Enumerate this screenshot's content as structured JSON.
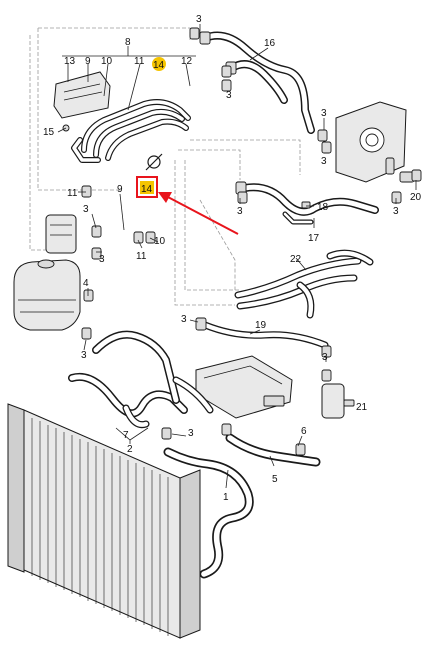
{
  "labels": {
    "l8": "8",
    "l13": "13",
    "l9": "9",
    "l10a": "10",
    "l11a": "11",
    "l14a": "14",
    "l12": "12",
    "l3a": "3",
    "l16": "16",
    "l3b": "3",
    "l15": "15",
    "l3c": "3",
    "l3d": "3",
    "l11b": "11",
    "l9b": "9",
    "l14b": "14",
    "l20": "20",
    "l3e": "3",
    "l3f": "3",
    "l18": "18",
    "l17": "17",
    "l3g": "3",
    "l11c": "11",
    "l10b": "10",
    "l3h": "3",
    "l22": "22",
    "l4": "4",
    "l3i": "3",
    "l19": "19",
    "l3j": "3",
    "l3k": "3",
    "l21": "21",
    "l7": "7",
    "l2": "2",
    "l6": "6",
    "l3l": "3",
    "l5": "5",
    "l1": "1"
  },
  "highlight": {
    "badge_color": "#f5c400",
    "box_color": "#e8141c",
    "arrow_color": "#e8141c"
  }
}
